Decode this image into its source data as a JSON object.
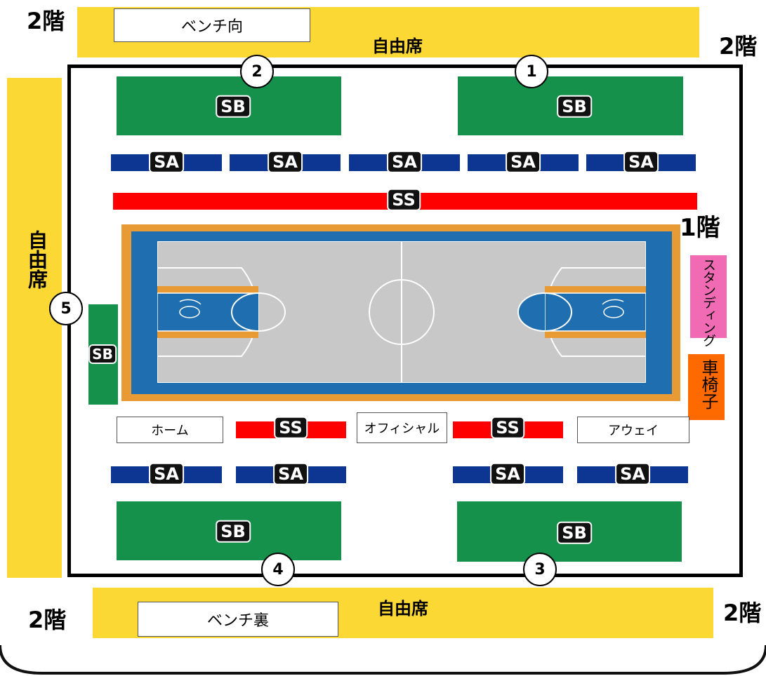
{
  "floor_labels": {
    "second_top_left": "2階",
    "second_top_right": "2階",
    "second_bottom_left": "2階",
    "second_bottom_right": "2階",
    "first": "1階"
  },
  "free_seat_label": "自由席",
  "left_free_seat_label": "自由席",
  "bench_front": "ベンチ向",
  "bench_back": "ベンチ裏",
  "gates": [
    "1",
    "2",
    "3",
    "4",
    "5"
  ],
  "seat_tags": {
    "sb": "SB",
    "sa": "SA",
    "ss": "SS"
  },
  "courtside": {
    "home": "ホーム",
    "official": "オフィシャル",
    "away": "アウェイ"
  },
  "standing": "スタンディング",
  "wheelchair": "車椅子",
  "colors": {
    "free_seat": "#fcd835",
    "sb": "#15914b",
    "sa": "#0d3592",
    "ss": "#ff0000",
    "court_border": "#e89a35",
    "court_blue": "#1f6fb0",
    "court_floor": "#c8c8c8",
    "standing": "#f06ab4",
    "wheelchair": "#ff6a00"
  }
}
